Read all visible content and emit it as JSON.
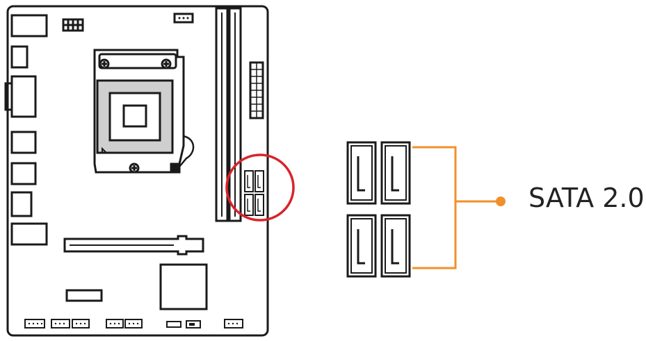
{
  "callout": {
    "label": "SATA 2.0"
  },
  "colors": {
    "outline": "#1a1a1a",
    "highlight_circle": "#d9232a",
    "leader_line": "#f0902a",
    "label_text": "#222222"
  },
  "components": {
    "cpu_socket": "lga-socket",
    "memory_slots": 2,
    "sata_ports_shown": 4,
    "pcie_slot": "x16"
  }
}
